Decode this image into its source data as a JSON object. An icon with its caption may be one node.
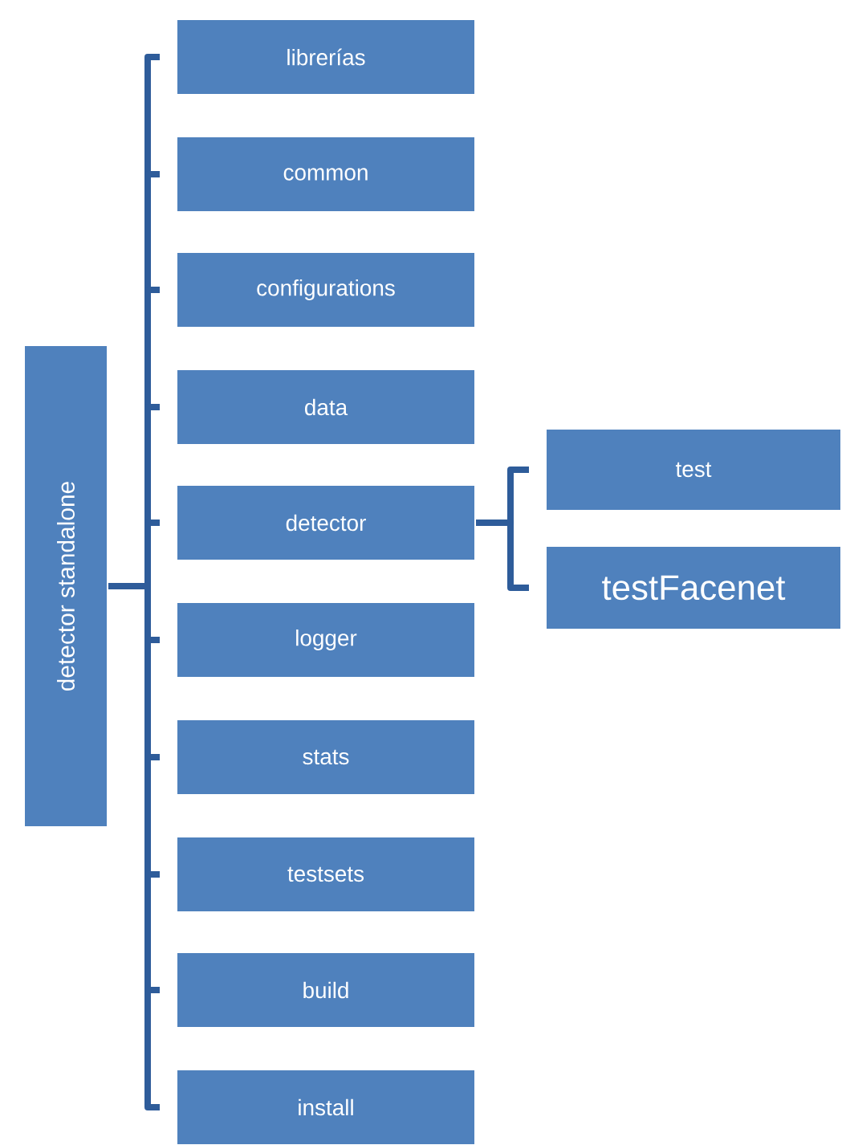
{
  "diagram": {
    "nodes": [
      {
        "text": [
          "detector standalone"
        ]
      },
      {
        "text": [
          "librerías"
        ]
      },
      {
        "text": [
          "common"
        ]
      },
      {
        "text": [
          "configurations"
        ]
      },
      {
        "text": [
          "data"
        ]
      },
      {
        "text": [
          "detector"
        ]
      },
      {
        "text": [
          "logger"
        ]
      },
      {
        "text": [
          "stats"
        ]
      },
      {
        "text": [
          "testsets"
        ]
      },
      {
        "text": [
          "build"
        ]
      },
      {
        "text": [
          "install"
        ]
      },
      {
        "text": [
          "test"
        ]
      },
      {
        "text": [
          "testFacenet"
        ]
      }
    ],
    "edges": [
      {
        "from": 0,
        "to": 1,
        "arrow": "none"
      },
      {
        "from": 0,
        "to": 2,
        "arrow": "none"
      },
      {
        "from": 0,
        "to": 3,
        "arrow": "none"
      },
      {
        "from": 0,
        "to": 4,
        "arrow": "none"
      },
      {
        "from": 0,
        "to": 5,
        "arrow": "none"
      },
      {
        "from": 0,
        "to": 6,
        "arrow": "none"
      },
      {
        "from": 0,
        "to": 7,
        "arrow": "none"
      },
      {
        "from": 0,
        "to": 8,
        "arrow": "none"
      },
      {
        "from": 0,
        "to": 9,
        "arrow": "none"
      },
      {
        "from": 0,
        "to": 10,
        "arrow": "none"
      },
      {
        "from": 5,
        "to": 11,
        "arrow": "none"
      },
      {
        "from": 5,
        "to": 12,
        "arrow": "none"
      }
    ]
  }
}
